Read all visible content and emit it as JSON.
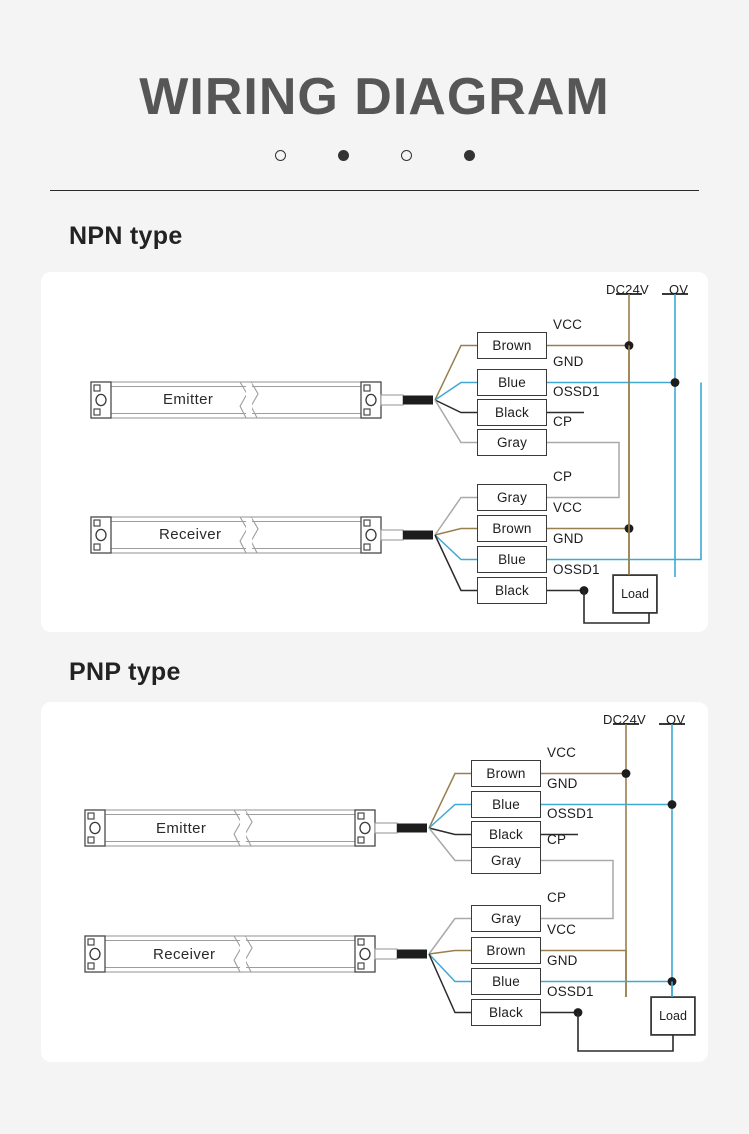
{
  "header": {
    "title": "WIRING DIAGRAM",
    "dots": [
      "hollow",
      "solid",
      "hollow",
      "solid"
    ]
  },
  "colors": {
    "background": "#f4f4f4",
    "panel": "#ffffff",
    "title_gray": "#565656",
    "wire_brown": "#9a7f4e",
    "wire_blue": "#3fa9d4",
    "wire_black": "#2b2b2b",
    "wire_gray": "#a9a9a9",
    "outline": "#3a3a3a",
    "device_body": "#ffffff",
    "device_edge": "#9d9d9d"
  },
  "sections": [
    {
      "id": "npn",
      "title": "NPN type",
      "devices": [
        {
          "name": "Emitter",
          "label": "Emitter"
        },
        {
          "name": "Receiver",
          "label": "Receiver"
        }
      ],
      "rails": [
        {
          "name": "DC24V",
          "label": "DC24V",
          "color": "#9a7f4e"
        },
        {
          "name": "OV",
          "label": "OV",
          "color": "#3fa9d4"
        }
      ],
      "emitter_wires": [
        {
          "box": "Brown",
          "signal": "VCC",
          "color": "#9a7f4e"
        },
        {
          "box": "Blue",
          "signal": "GND",
          "color": "#3fa9d4"
        },
        {
          "box": "Black",
          "signal": "OSSD1",
          "color": "#2b2b2b"
        },
        {
          "box": "Gray",
          "signal": "CP",
          "color": "#a9a9a9"
        }
      ],
      "receiver_wires": [
        {
          "box": "Gray",
          "signal": "CP",
          "color": "#a9a9a9"
        },
        {
          "box": "Brown",
          "signal": "VCC",
          "color": "#9a7f4e"
        },
        {
          "box": "Blue",
          "signal": "GND",
          "color": "#3fa9d4"
        },
        {
          "box": "Black",
          "signal": "OSSD1",
          "color": "#2b2b2b"
        }
      ],
      "load": {
        "label": "Load",
        "connected_rail": "DC24V"
      }
    },
    {
      "id": "pnp",
      "title": "PNP type",
      "devices": [
        {
          "name": "Emitter",
          "label": "Emitter"
        },
        {
          "name": "Receiver",
          "label": "Receiver"
        }
      ],
      "rails": [
        {
          "name": "DC24V",
          "label": "DC24V",
          "color": "#9a7f4e"
        },
        {
          "name": "OV",
          "label": "OV",
          "color": "#3fa9d4"
        }
      ],
      "emitter_wires": [
        {
          "box": "Brown",
          "signal": "VCC",
          "color": "#9a7f4e"
        },
        {
          "box": "Blue",
          "signal": "GND",
          "color": "#3fa9d4"
        },
        {
          "box": "Black",
          "signal": "OSSD1",
          "color": "#2b2b2b"
        },
        {
          "box": "Gray",
          "signal": "CP",
          "color": "#a9a9a9"
        }
      ],
      "receiver_wires": [
        {
          "box": "Gray",
          "signal": "CP",
          "color": "#a9a9a9"
        },
        {
          "box": "Brown",
          "signal": "VCC",
          "color": "#9a7f4e"
        },
        {
          "box": "Blue",
          "signal": "GND",
          "color": "#3fa9d4"
        },
        {
          "box": "Black",
          "signal": "OSSD1",
          "color": "#2b2b2b"
        }
      ],
      "load": {
        "label": "Load",
        "connected_rail": "OV"
      }
    }
  ]
}
